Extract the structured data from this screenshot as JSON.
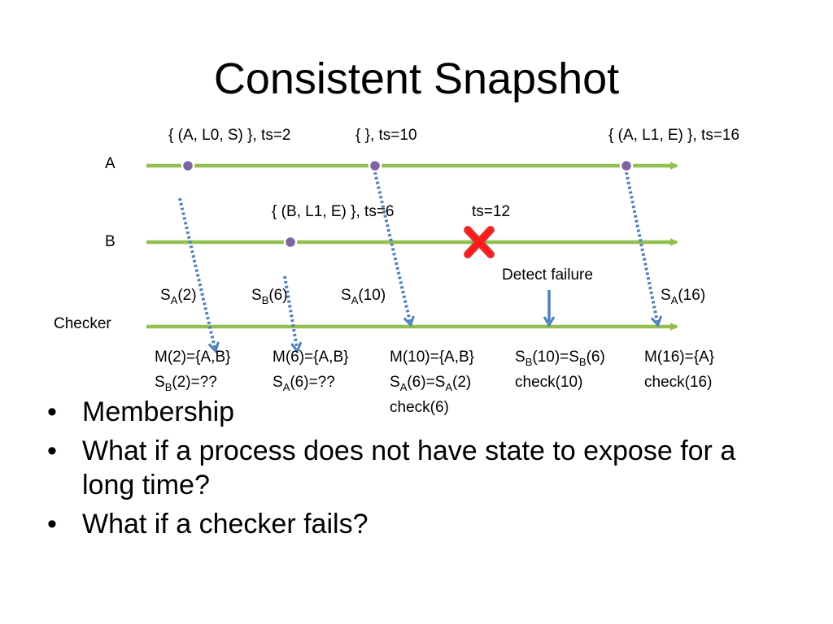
{
  "slide": {
    "title": "Consistent Snapshot"
  },
  "diagram": {
    "processes": {
      "a": "A",
      "b": "B",
      "checker": "Checker"
    },
    "events": {
      "a_ts2": "{ (A, L0, S) }, ts=2",
      "a_ts10": "{ }, ts=10",
      "a_ts16": "{ (A, L1, E) }, ts=16",
      "b_ts6": "{ (B, L1, E) }, ts=6",
      "b_ts12": "ts=12",
      "detect_failure": "Detect failure"
    },
    "states": {
      "sa2": {
        "base": "S",
        "sub": "A",
        "rest": "(2)"
      },
      "sb6": {
        "base": "S",
        "sub": "B",
        "rest": "(6)"
      },
      "sa10": {
        "base": "S",
        "sub": "A",
        "rest": "(10)"
      },
      "sa16": {
        "base": "S",
        "sub": "A",
        "rest": "(16)"
      }
    },
    "checker_notes": {
      "m2": "M(2)={A,B}",
      "sb2": {
        "base": "S",
        "sub": "B",
        "rest": "(2)=??"
      },
      "m6": "M(6)={A,B}",
      "sa6": {
        "base": "S",
        "sub": "A",
        "rest": "(6)=??"
      },
      "m10": "M(10)={A,B}",
      "sa6_eq": {
        "base1": "S",
        "sub1": "A",
        "mid": "(6)=S",
        "sub2": "A",
        "rest": "(2)"
      },
      "check6": "check(6)",
      "sb10_eq": {
        "base1": "S",
        "sub1": "B",
        "mid": "(10)=S",
        "sub2": "B",
        "rest": "(6)"
      },
      "check10": "check(10)",
      "m16": "M(16)={A}",
      "check16": "check(16)"
    },
    "colors": {
      "timeline": "#92c050",
      "event_dot": "#8064a2",
      "message_arrow": "#4f81bd",
      "failure_mark": "#ff0000"
    }
  },
  "bullets": {
    "dot": "•",
    "items": [
      "Membership",
      "What if a process does not have state to expose for a long time?",
      "What if a checker fails?"
    ]
  }
}
